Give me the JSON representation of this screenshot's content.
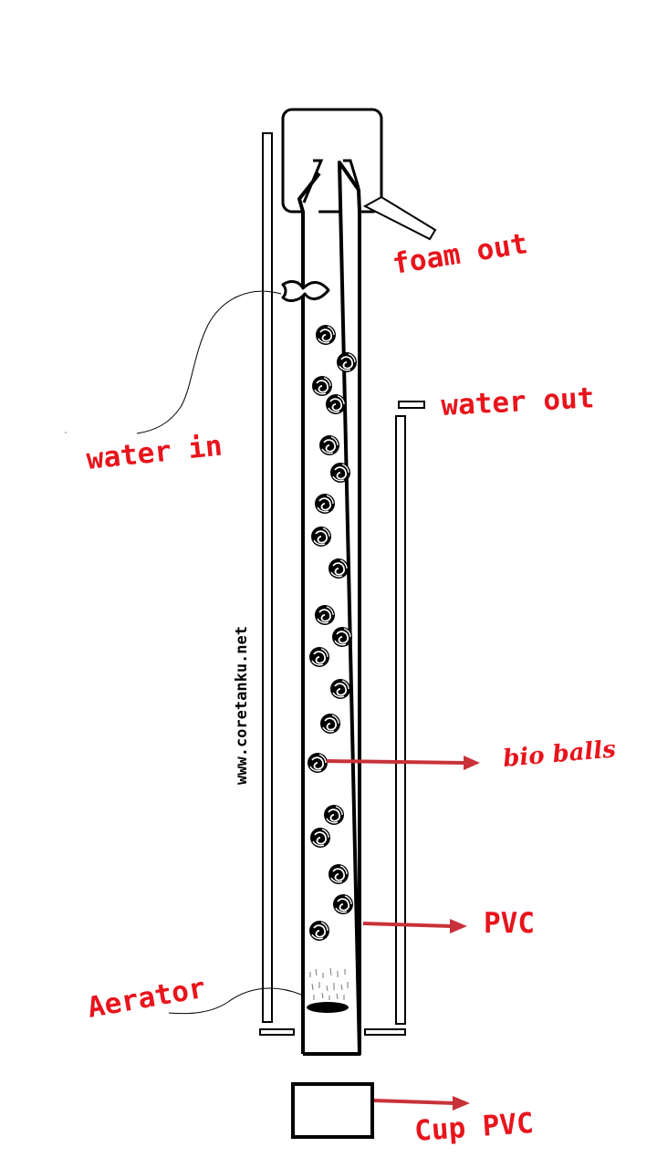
{
  "labels": {
    "foam_out": "foam out",
    "water_in": "water in",
    "water_out": "water out",
    "bio_balls": "bio balls",
    "pvc": "PVC",
    "aerator": "Aerator",
    "cup_pvc": "Cup PVC"
  },
  "watermark": "www.coretanku.net",
  "colors": {
    "label_red": "#e8141c",
    "arrow_red": "#c8323a",
    "line": "#000000",
    "background": "#ffffff"
  },
  "icons": {
    "bio_ball": "bio-ball-icon",
    "water_inlet": "water-inlet-icon"
  }
}
